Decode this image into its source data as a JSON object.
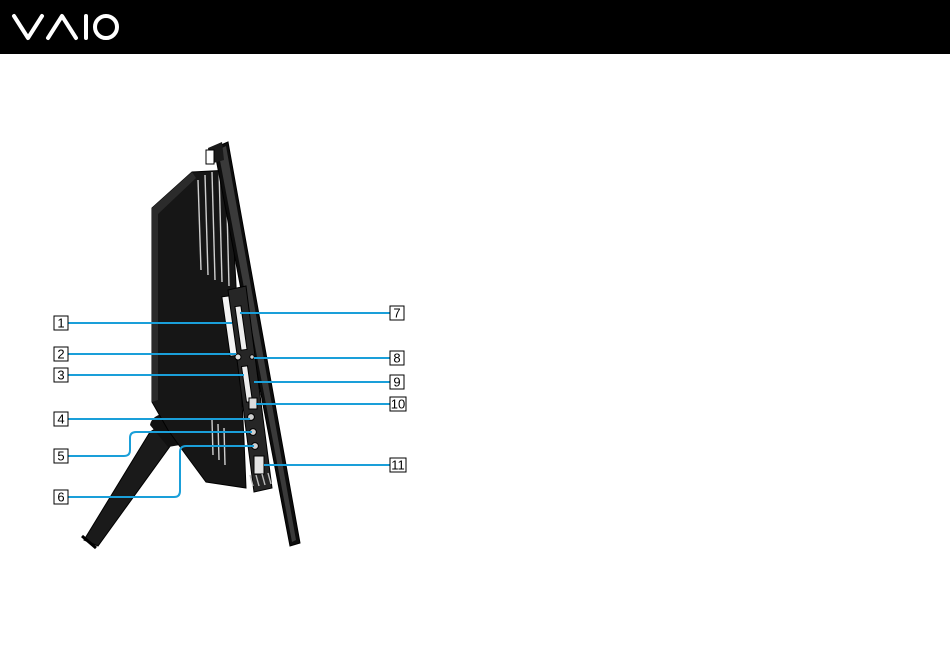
{
  "header": {
    "logo_text": "VAIO",
    "background_color": "#000000",
    "logo_color": "#ffffff"
  },
  "figure": {
    "leader_color": "#1a9fd9",
    "callouts": [
      {
        "label": "1"
      },
      {
        "label": "2"
      },
      {
        "label": "3"
      },
      {
        "label": "4"
      },
      {
        "label": "5"
      },
      {
        "label": "6"
      },
      {
        "label": "7"
      },
      {
        "label": "8"
      },
      {
        "label": "9"
      },
      {
        "label": "10"
      },
      {
        "label": "11"
      }
    ]
  }
}
